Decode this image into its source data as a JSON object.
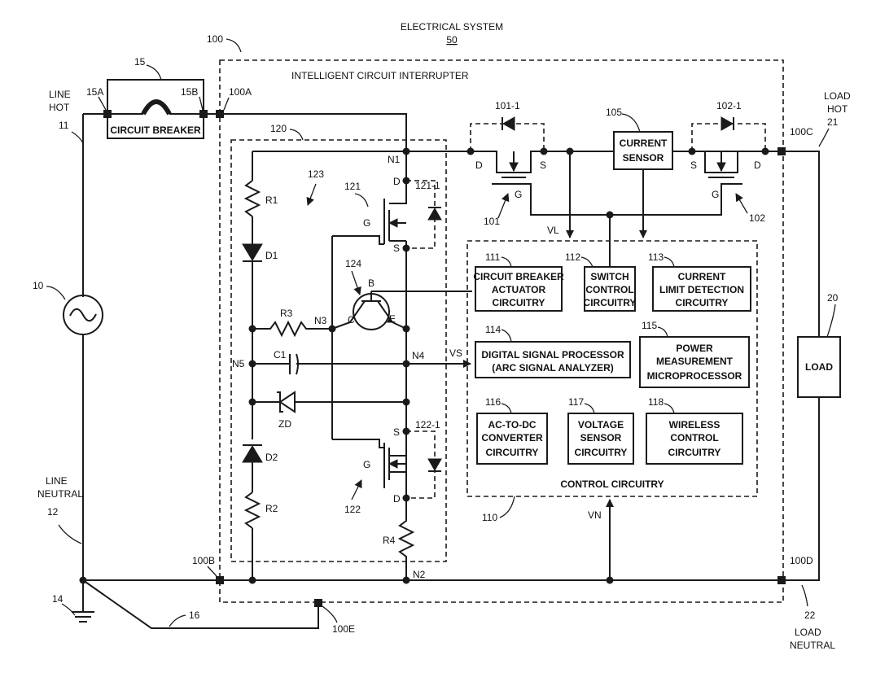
{
  "title": {
    "text": "ELECTRICAL SYSTEM",
    "ref": "50",
    "callout": "100"
  },
  "ici_label": "INTELLIGENT CIRCUIT INTERRUPTER",
  "line": {
    "hot_line1": "LINE",
    "hot_line2": "HOT",
    "hot_ref": "11",
    "neutral_line1": "LINE",
    "neutral_line2": "NEUTRAL",
    "neutral_ref": "12",
    "source_ref": "10",
    "ground_ref": "14",
    "ground_wire_ref": "16"
  },
  "load": {
    "hot_line1": "LOAD",
    "hot_line2": "HOT",
    "hot_ref": "21",
    "neutral_ref": "22",
    "neutral_line1": "LOAD",
    "neutral_line2": "NEUTRAL",
    "box_label": "LOAD",
    "box_ref": "20"
  },
  "breaker": {
    "ref": "15",
    "label": "CIRCUIT BREAKER",
    "left_term": "15A",
    "right_term": "15B"
  },
  "terminals": {
    "a": "100A",
    "b": "100B",
    "c": "100C",
    "d": "100D",
    "e": "100E"
  },
  "switches": {
    "s101": {
      "ref": "101",
      "diode": "101-1",
      "d": "D",
      "s": "S",
      "g": "G"
    },
    "s102": {
      "ref": "102",
      "diode": "102-1",
      "d": "D",
      "s": "S",
      "g": "G"
    },
    "current_sensor": {
      "ref": "105",
      "line1": "CURRENT",
      "line2": "SENSOR"
    },
    "vl": "VL",
    "vs": "VS",
    "vn": "VN"
  },
  "detector": {
    "ref": "120",
    "network": "123",
    "q121": {
      "ref": "121",
      "diode": "121-1",
      "d": "D",
      "s": "S",
      "g": "G"
    },
    "q122": {
      "ref": "122",
      "diode": "122-1",
      "d": "D",
      "s": "S",
      "g": "G"
    },
    "q124": {
      "ref": "124",
      "b": "B",
      "c": "C",
      "e": "E"
    },
    "nodes": {
      "n1": "N1",
      "n2": "N2",
      "n3": "N3",
      "n4": "N4",
      "n5": "N5"
    },
    "parts": {
      "r1": "R1",
      "d1": "D1",
      "r3": "R3",
      "c1": "C1",
      "zd": "ZD",
      "d2": "D2",
      "r2": "R2",
      "r4": "R4"
    }
  },
  "control": {
    "label": "CONTROL CIRCUITRY",
    "ref": "110",
    "blocks": [
      {
        "ref": "111",
        "lines": [
          "CIRCUIT BREAKER",
          "ACTUATOR",
          "CIRCUITRY"
        ]
      },
      {
        "ref": "112",
        "lines": [
          "SWITCH",
          "CONTROL",
          "CIRCUITRY"
        ]
      },
      {
        "ref": "113",
        "lines": [
          "CURRENT",
          "LIMIT DETECTION",
          "CIRCUITRY"
        ]
      },
      {
        "ref": "114",
        "lines": [
          "DIGITAL SIGNAL PROCESSOR",
          "(ARC SIGNAL ANALYZER)"
        ]
      },
      {
        "ref": "115",
        "lines": [
          "POWER",
          "MEASUREMENT",
          "MICROPROCESSOR"
        ]
      },
      {
        "ref": "116",
        "lines": [
          "AC-TO-DC",
          "CONVERTER",
          "CIRCUITRY"
        ]
      },
      {
        "ref": "117",
        "lines": [
          "VOLTAGE",
          "SENSOR",
          "CIRCUITRY"
        ]
      },
      {
        "ref": "118",
        "lines": [
          "WIRELESS",
          "CONTROL",
          "CIRCUITRY"
        ]
      }
    ]
  }
}
